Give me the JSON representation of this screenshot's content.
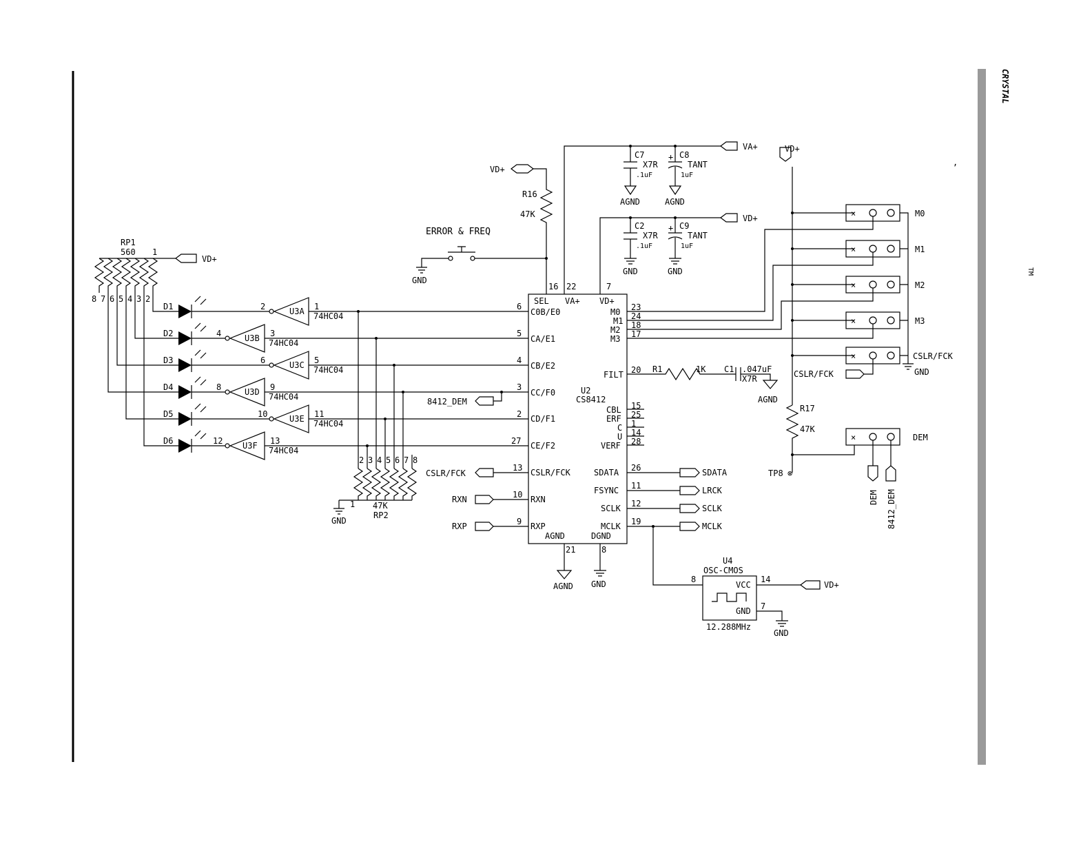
{
  "logo": {
    "text": "CRYSTAL",
    "tm": "TM"
  },
  "u2": {
    "ref": "U2",
    "part": "CS8412",
    "left_pins": [
      {
        "num": "6",
        "name": "C0B/E0"
      },
      {
        "num": "5",
        "name": "CA/E1"
      },
      {
        "num": "4",
        "name": "CB/E2"
      },
      {
        "num": "3",
        "name": "CC/F0"
      },
      {
        "num": "2",
        "name": "CD/F1"
      },
      {
        "num": "27",
        "name": "CE/F2"
      },
      {
        "num": "13",
        "name": "CSLR/FCK"
      },
      {
        "num": "10",
        "name": "RXN"
      },
      {
        "num": "9",
        "name": "RXP"
      }
    ],
    "top_pins": [
      {
        "num": "16",
        "name": "SEL"
      },
      {
        "num": "22",
        "name": "VA+"
      },
      {
        "num": "7",
        "name": "VD+"
      }
    ],
    "right_pins": [
      {
        "num": "23",
        "name": "M0"
      },
      {
        "num": "24",
        "name": "M1"
      },
      {
        "num": "18",
        "name": "M2"
      },
      {
        "num": "17",
        "name": "M3"
      },
      {
        "num": "20",
        "name": "FILT"
      },
      {
        "num": "15",
        "name": "CBL"
      },
      {
        "num": "25",
        "name": "ERF"
      },
      {
        "num": "1",
        "name": "C"
      },
      {
        "num": "14",
        "name": "U"
      },
      {
        "num": "28",
        "name": "VERF"
      },
      {
        "num": "26",
        "name": "SDATA"
      },
      {
        "num": "11",
        "name": "FSYNC"
      },
      {
        "num": "12",
        "name": "SCLK"
      },
      {
        "num": "19",
        "name": "MCLK"
      }
    ],
    "bottom_pins": [
      {
        "num": "21",
        "name": "AGND"
      },
      {
        "num": "8",
        "name": "DGND"
      }
    ]
  },
  "outputs": {
    "sdata": "SDATA",
    "lrck": "LRCK",
    "sclk": "SCLK",
    "mclk": "MCLK"
  },
  "inputs": {
    "cslr": "CSLR/FCK",
    "rxn": "RXN",
    "rxp": "RXP",
    "dem": "8412_DEM"
  },
  "power": {
    "vd": "VD+",
    "va": "VA+",
    "gnd": "GND",
    "agnd": "AGND"
  },
  "switch": {
    "label": "ERROR & FREQ"
  },
  "r16": {
    "ref": "R16",
    "value": "47K"
  },
  "r17": {
    "ref": "R17",
    "value": "47K"
  },
  "r1": {
    "ref": "R1",
    "value": "1K"
  },
  "c1": {
    "ref": "C1",
    "value": ".047uF",
    "type": "X7R"
  },
  "c7": {
    "ref": "C7",
    "type": "X7R",
    "value": ".1uF"
  },
  "c8": {
    "ref": "C8",
    "type": "TANT",
    "value": "1uF"
  },
  "c2": {
    "ref": "C2",
    "type": "X7R",
    "value": ".1uF"
  },
  "c9": {
    "ref": "C9",
    "type": "TANT",
    "value": "1uF"
  },
  "plus": "+",
  "rp1": {
    "ref": "RP1",
    "value": "560",
    "pin1": "1",
    "pins": [
      "8",
      "7",
      "6",
      "5",
      "4",
      "3",
      "2"
    ]
  },
  "rp2": {
    "ref": "RP2",
    "value": "47K",
    "pin1": "1",
    "pins": [
      "2",
      "3",
      "4",
      "5",
      "6",
      "7",
      "8"
    ]
  },
  "leds": [
    "D1",
    "D2",
    "D3",
    "D4",
    "D5",
    "D6"
  ],
  "inverters": [
    {
      "ref": "U3A",
      "in": "1",
      "out": "2",
      "part": "74HC04"
    },
    {
      "ref": "U3B",
      "in": "3",
      "out": "4",
      "part": "74HC04"
    },
    {
      "ref": "U3C",
      "in": "5",
      "out": "6",
      "part": "74HC04"
    },
    {
      "ref": "U3D",
      "in": "9",
      "out": "8",
      "part": "74HC04"
    },
    {
      "ref": "U3E",
      "in": "11",
      "out": "10",
      "part": "74HC04"
    },
    {
      "ref": "U3F",
      "in": "13",
      "out": "12",
      "part": "74HC04"
    }
  ],
  "u4": {
    "ref": "U4",
    "part": "OSC-CMOS",
    "freq": "12.288MHz",
    "vcc": "VCC",
    "gnd": "GND",
    "pin_out": "8",
    "pin_vcc": "14",
    "pin_gnd": "7"
  },
  "jumpers": [
    {
      "label": "M0"
    },
    {
      "label": "M1"
    },
    {
      "label": "M2"
    },
    {
      "label": "M3"
    },
    {
      "label": "CSLR/FCK"
    },
    {
      "label": "DEM"
    }
  ],
  "jumper_mark": "×",
  "tp8": {
    "ref": "TP8",
    "mark": "⊗"
  },
  "dem_labels": {
    "dem": "DEM",
    "dem8412": "8412_DEM"
  },
  "misc": {
    "tick": ","
  }
}
